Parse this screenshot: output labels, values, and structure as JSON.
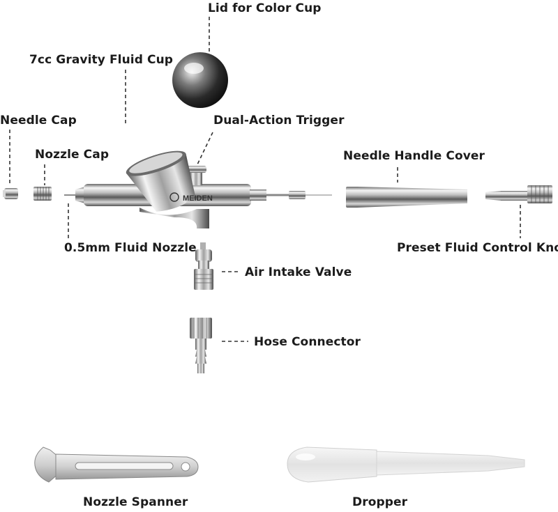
{
  "labels": {
    "lid": "Lid for Color Cup",
    "cup": "7cc Gravity Fluid Cup",
    "needle_cap": "Needle Cap",
    "trigger": "Dual-Action Trigger",
    "nozzle_cap": "Nozzle Cap",
    "needle_handle_cover": "Needle Handle Cover",
    "fluid_nozzle": "0.5mm Fluid Nozzle",
    "preset_knob": "Preset Fluid Control Knob",
    "air_valve": "Air Intake Valve",
    "hose_connector": "Hose Connector",
    "nozzle_spanner": "Nozzle Spanner",
    "dropper": "Dropper"
  },
  "brand": "MEIDEN",
  "colors": {
    "text": "#1b1b1b",
    "leader": "#333333",
    "chrome_dark": "#4a4a4a",
    "chrome_light": "#f4f4f4"
  }
}
